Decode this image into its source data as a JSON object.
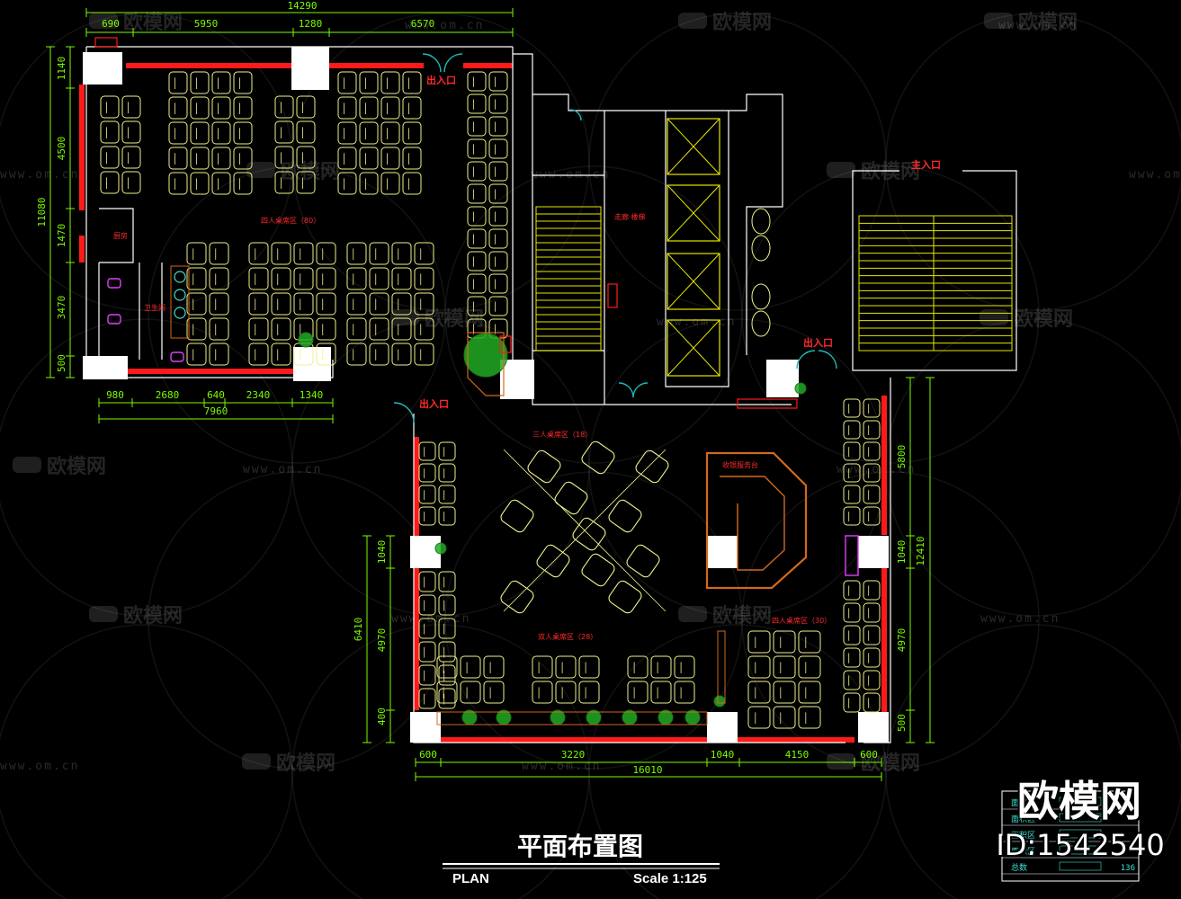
{
  "drawing": {
    "title": "平面布置图",
    "plan_label": "PLAN",
    "scale": "Scale 1:125"
  },
  "top_dims": {
    "overall": "14290",
    "segments": [
      "690",
      "5950",
      "1280",
      "6570"
    ]
  },
  "left_dims": {
    "overall": "11080",
    "segments": [
      "1140",
      "4500",
      "1470",
      "3470",
      "500"
    ]
  },
  "mid_dims": {
    "overall": "7960",
    "segments": [
      "980",
      "2680",
      "640",
      "2340",
      "1340"
    ]
  },
  "bottom_dims": {
    "overall": "16010",
    "segments": [
      "600",
      "3220",
      "1040",
      "4150",
      "600"
    ]
  },
  "lower_left_dims": {
    "overall": "6410",
    "segments": [
      "1040",
      "4970",
      "400"
    ]
  },
  "right_dims": {
    "overall": "12410",
    "segments": [
      "5800",
      "1040",
      "4970",
      "500"
    ]
  },
  "labels": {
    "entrance_1": "出入口",
    "entrance_2": "出入口",
    "entrance_3": "出入口",
    "main_entrance": "主入口",
    "zone_four_seat": "四人桌席区（80）",
    "zone_three_seat": "三人桌席区（18）",
    "zone_two_seat": "双人桌席区（28）",
    "zone_right": "四人桌席区（30）",
    "corridor": "走廊·楼梯",
    "restroom": "卫生间",
    "door": "厨房",
    "counter": "收银服务台"
  },
  "watermark": {
    "brand": "欧模网",
    "url": "www.om.cn",
    "id": "ID:1542540"
  },
  "legend": {
    "rows": [
      "面积区",
      "面积区",
      "面积区",
      "面积区",
      "总数"
    ],
    "last_value": "136"
  },
  "colors": {
    "wall": "#ff1a1a",
    "furniture": "#f0f08c",
    "dimension": "#7CFC00",
    "structure": "#ffffff",
    "stair": "#e6e600",
    "door": "#1fb8b8",
    "plant": "#22aa22"
  }
}
